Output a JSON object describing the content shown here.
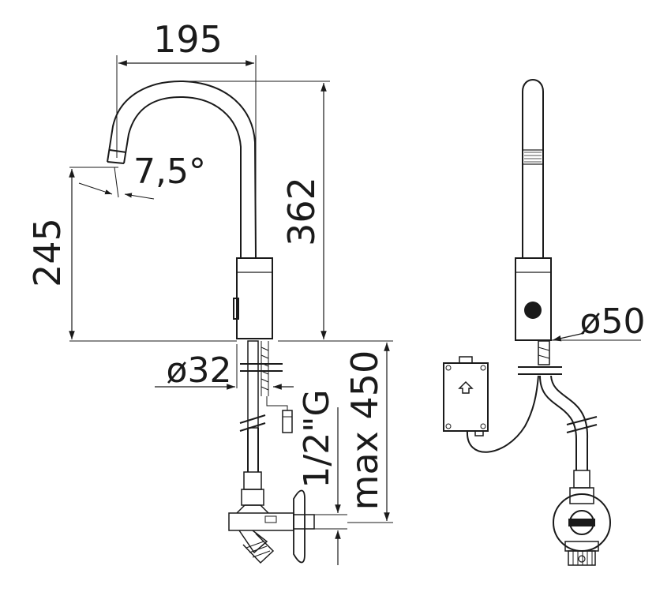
{
  "dimensions": {
    "spout_reach": "195",
    "total_height": "362",
    "outlet_height": "245",
    "spout_angle": "7,5°",
    "body_diameter": "ø32",
    "sensor_diameter": "ø50",
    "thread": "1/2\"G",
    "hose_length": "max 450"
  }
}
